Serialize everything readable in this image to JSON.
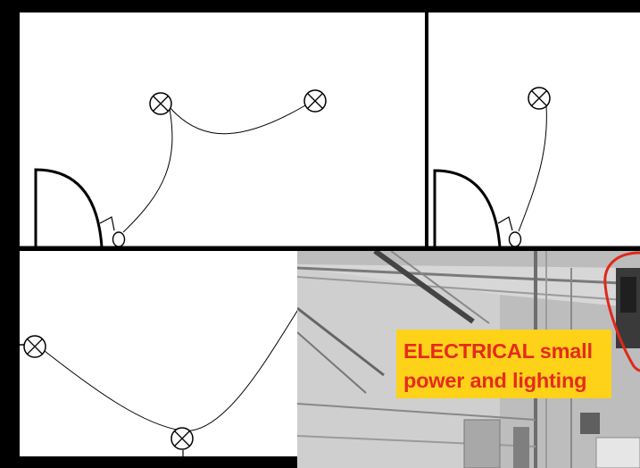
{
  "photo_caption": {
    "line1": "ELECTRICAL small",
    "line2": "power and lighting"
  },
  "colors": {
    "frame": "#000000",
    "paper": "#ffffff",
    "caption_fill": "#ffd21a",
    "caption_text": "#e52b1d",
    "highlight_ring": "#e0281b"
  },
  "symbols": {
    "ceiling_light": "cross-circle-light-icon",
    "switch": "light-switch-icon",
    "door_swing": "door-swing-arc"
  }
}
